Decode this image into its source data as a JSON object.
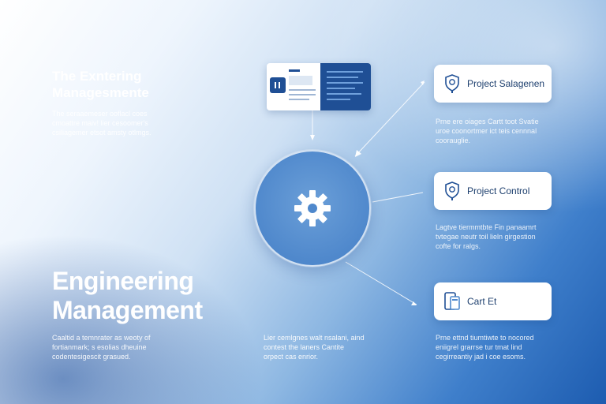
{
  "left": {
    "subtitle_line1": "The Exntering",
    "subtitle_line2": "Managesmente",
    "subtitle_desc": [
      "The seraaemeser ooflacl coes",
      "cmoattre maiv! lier cesoomer's",
      "csiliagemer etsot amsty otlmgs."
    ],
    "main_title_line1": "Engineering",
    "main_title_line2": "Management",
    "main_desc": [
      "Caaltid a temnrater as weoty of",
      "fortianmark; s esolias dheuine",
      "codentesigescit grasued."
    ]
  },
  "center": {
    "desc": [
      "Lier cemlgnes walt nsalani, aind",
      "contest the laners Cantite",
      "orpect cas enrior."
    ]
  },
  "cards": [
    {
      "label": "Project Salagenen",
      "icon": "shield-gear-icon",
      "desc": [
        "Prne ere oiages Cartt toot Svatie",
        "uroe coonortmer ict teis cennnal",
        "coorauglie."
      ]
    },
    {
      "label": "Project Control",
      "icon": "shield-gear-icon",
      "desc": [
        "Lagtve tiermmtbte Fin panaamrt",
        "tvtegae neutr toil lieln girgestion",
        "cofte for ralgs."
      ]
    },
    {
      "label": "Cart Et",
      "icon": "devices-icon",
      "desc": [
        "Prne ettnd tiumtiwte to nocored",
        "eniigrel grarrse tur tmat lind",
        "cegirreantiy jad i coe esoms."
      ]
    }
  ],
  "colors": {
    "accent": "#1f4f95",
    "hub": "#4f88cc",
    "card_text": "#1d3f6e"
  }
}
